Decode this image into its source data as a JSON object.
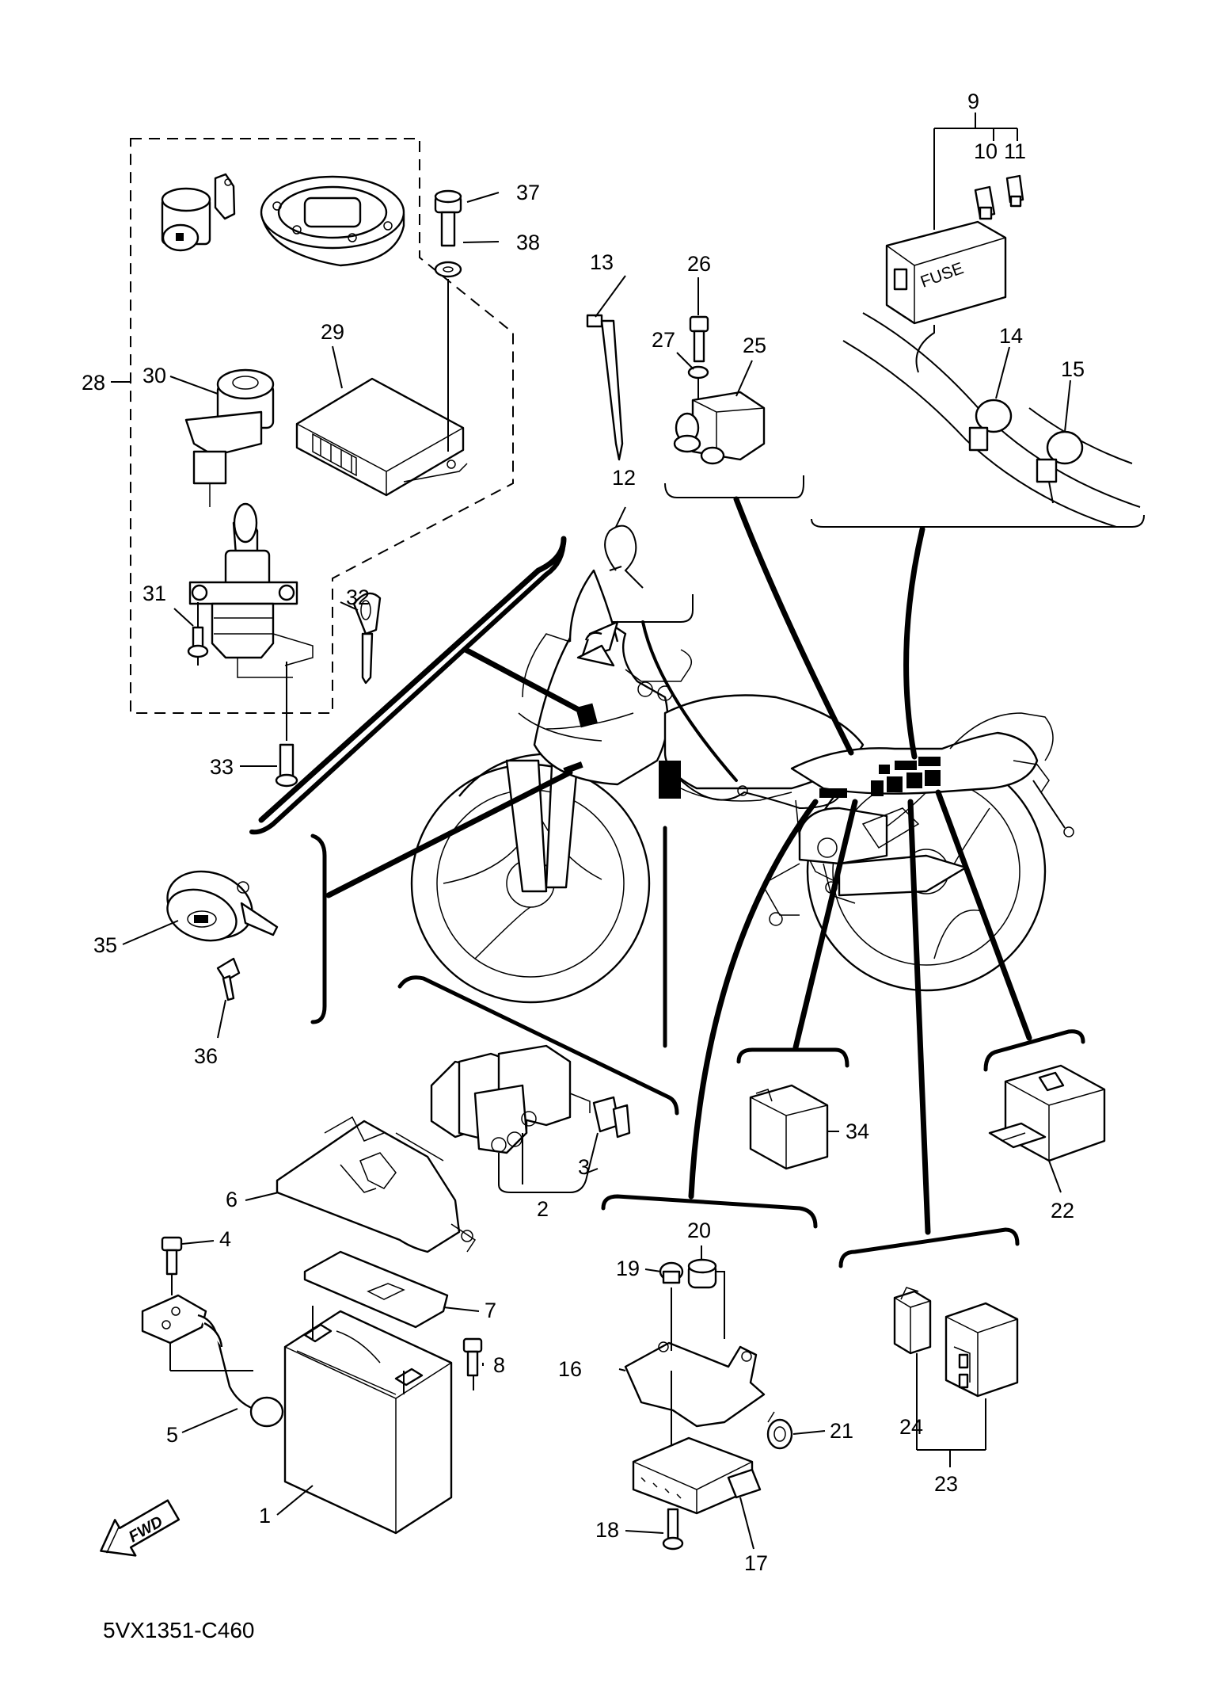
{
  "diagram": {
    "code": "5VX1351-C460",
    "fwd_label": "FWD",
    "fuse_label": "FUSE",
    "callouts": [
      "1",
      "2",
      "3",
      "4",
      "5",
      "6",
      "7",
      "8",
      "9",
      "10",
      "11",
      "12",
      "13",
      "14",
      "15",
      "16",
      "17",
      "18",
      "19",
      "20",
      "21",
      "22",
      "23",
      "24",
      "25",
      "26",
      "27",
      "28",
      "29",
      "30",
      "31",
      "32",
      "33",
      "34",
      "35",
      "36",
      "37",
      "38"
    ]
  }
}
